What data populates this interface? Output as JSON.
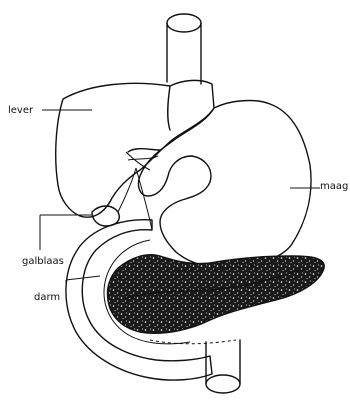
{
  "labels": {
    "liver": "lever",
    "stomach": "maag",
    "gallbladder": "galblaas",
    "intestine": "darm"
  },
  "colors": {
    "ink": "#111111",
    "pancreas_fill": "#1a1a1a",
    "background": "#ffffff"
  }
}
